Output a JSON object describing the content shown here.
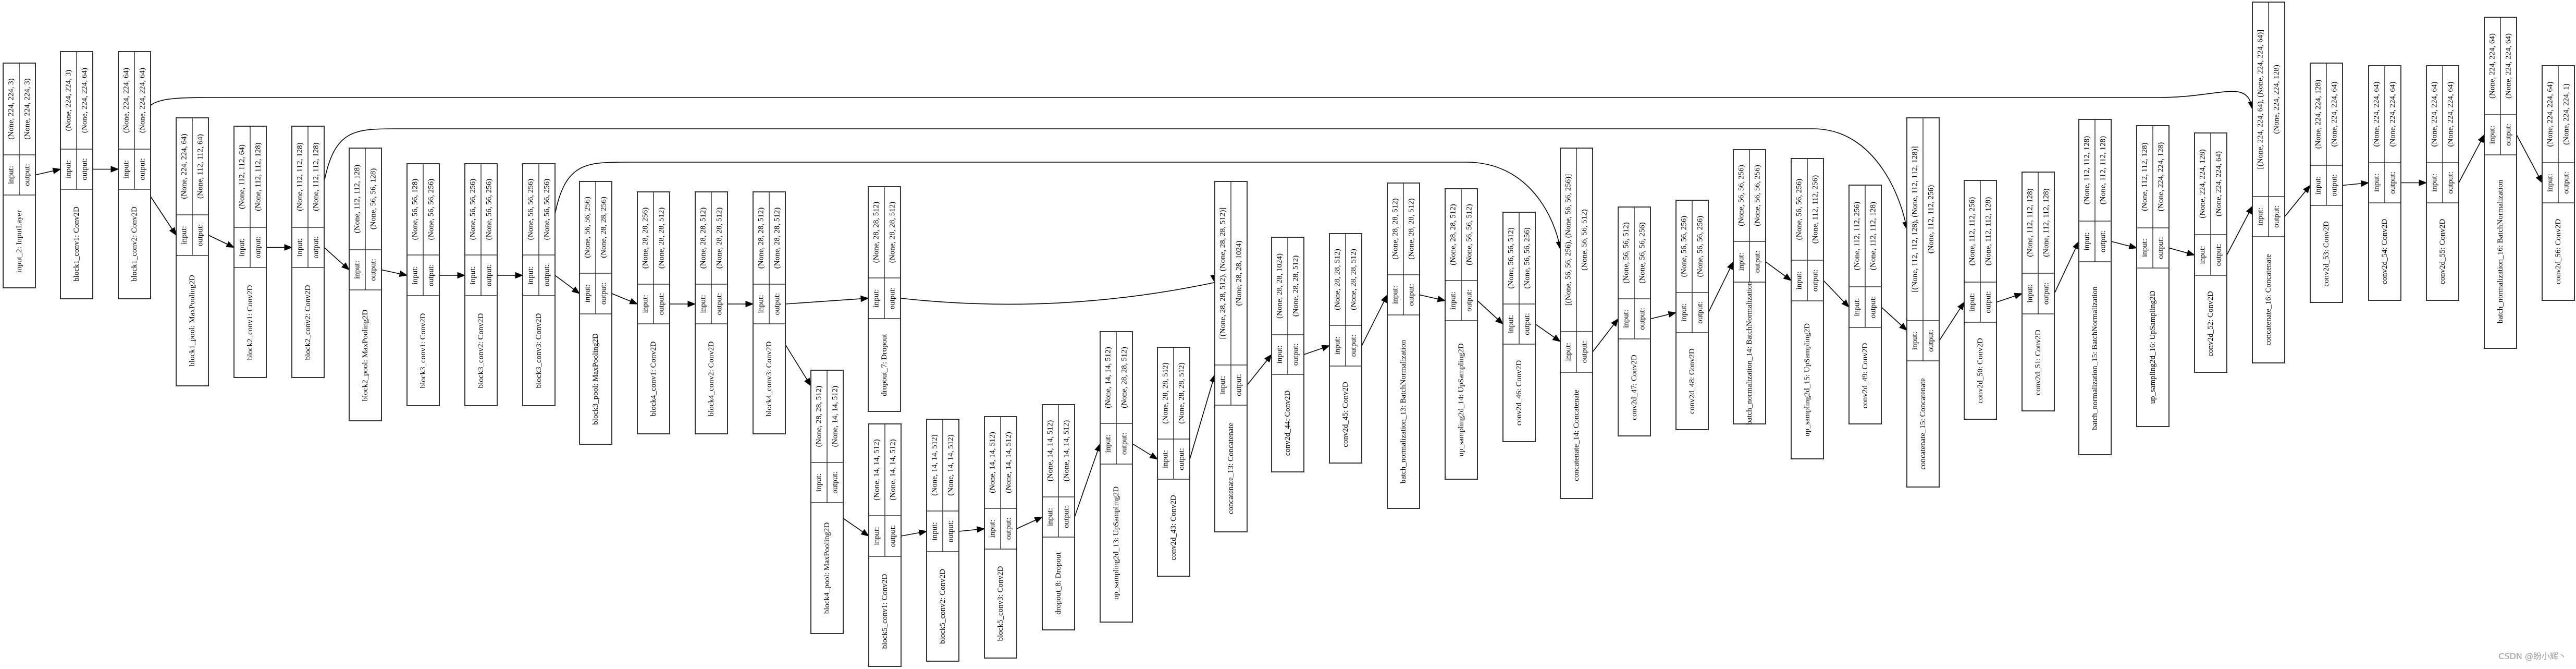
{
  "diagram": {
    "title": "U-Net model architecture (VGG16 encoder) — Keras plot_model",
    "row_labels": {
      "input": "input:",
      "output": "output:"
    },
    "nodes": [
      {
        "id": "input_2",
        "label": "input_2: InputLayer",
        "input": "(None, 224, 224, 3)",
        "output": "(None, 224, 224, 3)"
      },
      {
        "id": "block1_conv1",
        "label": "block1_conv1: Conv2D",
        "input": "(None, 224, 224, 3)",
        "output": "(None, 224, 224, 64)"
      },
      {
        "id": "block1_conv2",
        "label": "block1_conv2: Conv2D",
        "input": "(None, 224, 224, 64)",
        "output": "(None, 224, 224, 64)"
      },
      {
        "id": "block1_pool",
        "label": "block1_pool: MaxPooling2D",
        "input": "(None, 224, 224, 64)",
        "output": "(None, 112, 112, 64)"
      },
      {
        "id": "block2_conv1",
        "label": "block2_conv1: Conv2D",
        "input": "(None, 112, 112, 64)",
        "output": "(None, 112, 112, 128)"
      },
      {
        "id": "block2_conv2",
        "label": "block2_conv2: Conv2D",
        "input": "(None, 112, 112, 128)",
        "output": "(None, 112, 112, 128)"
      },
      {
        "id": "block2_pool",
        "label": "block2_pool: MaxPooling2D",
        "input": "(None, 112, 112, 128)",
        "output": "(None, 56, 56, 128)"
      },
      {
        "id": "block3_conv1",
        "label": "block3_conv1: Conv2D",
        "input": "(None, 56, 56, 128)",
        "output": "(None, 56, 56, 256)"
      },
      {
        "id": "block3_conv2",
        "label": "block3_conv2: Conv2D",
        "input": "(None, 56, 56, 256)",
        "output": "(None, 56, 56, 256)"
      },
      {
        "id": "block3_conv3",
        "label": "block3_conv3: Conv2D",
        "input": "(None, 56, 56, 256)",
        "output": "(None, 56, 56, 256)"
      },
      {
        "id": "block3_pool",
        "label": "block3_pool: MaxPooling2D",
        "input": "(None, 56, 56, 256)",
        "output": "(None, 28, 28, 256)"
      },
      {
        "id": "block4_conv1",
        "label": "block4_conv1: Conv2D",
        "input": "(None, 28, 28, 256)",
        "output": "(None, 28, 28, 512)"
      },
      {
        "id": "block4_conv2",
        "label": "block4_conv2: Conv2D",
        "input": "(None, 28, 28, 512)",
        "output": "(None, 28, 28, 512)"
      },
      {
        "id": "block4_conv3",
        "label": "block4_conv3: Conv2D",
        "input": "(None, 28, 28, 512)",
        "output": "(None, 28, 28, 512)"
      },
      {
        "id": "block4_pool",
        "label": "block4_pool: MaxPooling2D",
        "input": "(None, 28, 28, 512)",
        "output": "(None, 14, 14, 512)"
      },
      {
        "id": "dropout_7",
        "label": "dropout_7: Dropout",
        "input": "(None, 28, 28, 512)",
        "output": "(None, 28, 28, 512)"
      },
      {
        "id": "block5_conv1",
        "label": "block5_conv1: Conv2D",
        "input": "(None, 14, 14, 512)",
        "output": "(None, 14, 14, 512)"
      },
      {
        "id": "block5_conv2",
        "label": "block5_conv2: Conv2D",
        "input": "(None, 14, 14, 512)",
        "output": "(None, 14, 14, 512)"
      },
      {
        "id": "block5_conv3",
        "label": "block5_conv3: Conv2D",
        "input": "(None, 14, 14, 512)",
        "output": "(None, 14, 14, 512)"
      },
      {
        "id": "dropout_8",
        "label": "dropout_8: Dropout",
        "input": "(None, 14, 14, 512)",
        "output": "(None, 14, 14, 512)"
      },
      {
        "id": "up_sampling2d_13",
        "label": "up_sampling2d_13: UpSampling2D",
        "input": "(None, 14, 14, 512)",
        "output": "(None, 28, 28, 512)"
      },
      {
        "id": "conv2d_43",
        "label": "conv2d_43: Conv2D",
        "input": "(None, 28, 28, 512)",
        "output": "(None, 28, 28, 512)"
      },
      {
        "id": "concatenate_13",
        "label": "concatenate_13: Concatenate",
        "input": "[(None, 28, 28, 512), (None, 28, 28, 512)]",
        "output": "(None, 28, 28, 1024)"
      },
      {
        "id": "conv2d_44",
        "label": "conv2d_44: Conv2D",
        "input": "(None, 28, 28, 1024)",
        "output": "(None, 28, 28, 512)"
      },
      {
        "id": "conv2d_45",
        "label": "conv2d_45: Conv2D",
        "input": "(None, 28, 28, 512)",
        "output": "(None, 28, 28, 512)"
      },
      {
        "id": "batch_normalization_13",
        "label": "batch_normalization_13: BatchNormalization",
        "input": "(None, 28, 28, 512)",
        "output": "(None, 28, 28, 512)"
      },
      {
        "id": "up_sampling2d_14",
        "label": "up_sampling2d_14: UpSampling2D",
        "input": "(None, 28, 28, 512)",
        "output": "(None, 56, 56, 512)"
      },
      {
        "id": "conv2d_46",
        "label": "conv2d_46: Conv2D",
        "input": "(None, 56, 56, 512)",
        "output": "(None, 56, 56, 256)"
      },
      {
        "id": "concatenate_14",
        "label": "concatenate_14: Concatenate",
        "input": "[(None, 56, 56, 256), (None, 56, 56, 256)]",
        "output": "(None, 56, 56, 512)"
      },
      {
        "id": "conv2d_47",
        "label": "conv2d_47: Conv2D",
        "input": "(None, 56, 56, 512)",
        "output": "(None, 56, 56, 256)"
      },
      {
        "id": "conv2d_48",
        "label": "conv2d_48: Conv2D",
        "input": "(None, 56, 56, 256)",
        "output": "(None, 56, 56, 256)"
      },
      {
        "id": "batch_normalization_14",
        "label": "batch_normalization_14: BatchNormalization",
        "input": "(None, 56, 56, 256)",
        "output": "(None, 56, 56, 256)"
      },
      {
        "id": "up_sampling2d_15",
        "label": "up_sampling2d_15: UpSampling2D",
        "input": "(None, 56, 56, 256)",
        "output": "(None, 112, 112, 256)"
      },
      {
        "id": "conv2d_49",
        "label": "conv2d_49: Conv2D",
        "input": "(None, 112, 112, 256)",
        "output": "(None, 112, 112, 128)"
      },
      {
        "id": "concatenate_15",
        "label": "concatenate_15: Concatenate",
        "input": "[(None, 112, 112, 128), (None, 112, 112, 128)]",
        "output": "(None, 112, 112, 256)"
      },
      {
        "id": "conv2d_50",
        "label": "conv2d_50: Conv2D",
        "input": "(None, 112, 112, 256)",
        "output": "(None, 112, 112, 128)"
      },
      {
        "id": "conv2d_51",
        "label": "conv2d_51: Conv2D",
        "input": "(None, 112, 112, 128)",
        "output": "(None, 112, 112, 128)"
      },
      {
        "id": "batch_normalization_15",
        "label": "batch_normalization_15: BatchNormalization",
        "input": "(None, 112, 112, 128)",
        "output": "(None, 112, 112, 128)"
      },
      {
        "id": "up_sampling2d_16",
        "label": "up_sampling2d_16: UpSampling2D",
        "input": "(None, 112, 112, 128)",
        "output": "(None, 224, 224, 128)"
      },
      {
        "id": "conv2d_52",
        "label": "conv2d_52: Conv2D",
        "input": "(None, 224, 224, 128)",
        "output": "(None, 224, 224, 64)"
      },
      {
        "id": "concatenate_16",
        "label": "concatenate_16: Concatenate",
        "input": "[(None, 224, 224, 64), (None, 224, 224, 64)]",
        "output": "(None, 224, 224, 128)"
      },
      {
        "id": "conv2d_53",
        "label": "conv2d_53: Conv2D",
        "input": "(None, 224, 224, 128)",
        "output": "(None, 224, 224, 64)"
      },
      {
        "id": "conv2d_54",
        "label": "conv2d_54: Conv2D",
        "input": "(None, 224, 224, 64)",
        "output": "(None, 224, 224, 64)"
      },
      {
        "id": "conv2d_55",
        "label": "conv2d_55: Conv2D",
        "input": "(None, 224, 224, 64)",
        "output": "(None, 224, 224, 64)"
      },
      {
        "id": "batch_normalization_16",
        "label": "batch_normalization_16: BatchNormalization",
        "input": "(None, 224, 224, 64)",
        "output": "(None, 224, 224, 64)"
      },
      {
        "id": "conv2d_56",
        "label": "conv2d_56: Conv2D",
        "input": "(None, 224, 224, 64)",
        "output": "(None, 224, 224, 1)"
      }
    ],
    "edges": [
      [
        "input_2",
        "block1_conv1"
      ],
      [
        "block1_conv1",
        "block1_conv2"
      ],
      [
        "block1_conv2",
        "block1_pool"
      ],
      [
        "block1_pool",
        "block2_conv1"
      ],
      [
        "block2_conv1",
        "block2_conv2"
      ],
      [
        "block2_conv2",
        "block2_pool"
      ],
      [
        "block2_pool",
        "block3_conv1"
      ],
      [
        "block3_conv1",
        "block3_conv2"
      ],
      [
        "block3_conv2",
        "block3_conv3"
      ],
      [
        "block3_conv3",
        "block3_pool"
      ],
      [
        "block3_pool",
        "block4_conv1"
      ],
      [
        "block4_conv1",
        "block4_conv2"
      ],
      [
        "block4_conv2",
        "block4_conv3"
      ],
      [
        "block4_conv3",
        "dropout_7"
      ],
      [
        "block4_conv3",
        "block4_pool"
      ],
      [
        "block4_pool",
        "block5_conv1"
      ],
      [
        "block5_conv1",
        "block5_conv2"
      ],
      [
        "block5_conv2",
        "block5_conv3"
      ],
      [
        "block5_conv3",
        "dropout_8"
      ],
      [
        "dropout_8",
        "up_sampling2d_13"
      ],
      [
        "up_sampling2d_13",
        "conv2d_43"
      ],
      [
        "dropout_7",
        "concatenate_13"
      ],
      [
        "conv2d_43",
        "concatenate_13"
      ],
      [
        "concatenate_13",
        "conv2d_44"
      ],
      [
        "conv2d_44",
        "conv2d_45"
      ],
      [
        "conv2d_45",
        "batch_normalization_13"
      ],
      [
        "batch_normalization_13",
        "up_sampling2d_14"
      ],
      [
        "up_sampling2d_14",
        "conv2d_46"
      ],
      [
        "block3_conv3",
        "concatenate_14"
      ],
      [
        "conv2d_46",
        "concatenate_14"
      ],
      [
        "concatenate_14",
        "conv2d_47"
      ],
      [
        "conv2d_47",
        "conv2d_48"
      ],
      [
        "conv2d_48",
        "batch_normalization_14"
      ],
      [
        "batch_normalization_14",
        "up_sampling2d_15"
      ],
      [
        "up_sampling2d_15",
        "conv2d_49"
      ],
      [
        "block2_conv2",
        "concatenate_15"
      ],
      [
        "conv2d_49",
        "concatenate_15"
      ],
      [
        "concatenate_15",
        "conv2d_50"
      ],
      [
        "conv2d_50",
        "conv2d_51"
      ],
      [
        "conv2d_51",
        "batch_normalization_15"
      ],
      [
        "batch_normalization_15",
        "up_sampling2d_16"
      ],
      [
        "up_sampling2d_16",
        "conv2d_52"
      ],
      [
        "block1_conv2",
        "concatenate_16"
      ],
      [
        "conv2d_52",
        "concatenate_16"
      ],
      [
        "concatenate_16",
        "conv2d_53"
      ],
      [
        "conv2d_53",
        "conv2d_54"
      ],
      [
        "conv2d_54",
        "conv2d_55"
      ],
      [
        "conv2d_55",
        "batch_normalization_16"
      ],
      [
        "batch_normalization_16",
        "conv2d_56"
      ]
    ]
  },
  "watermark": "CSDN @盼小辉丶"
}
